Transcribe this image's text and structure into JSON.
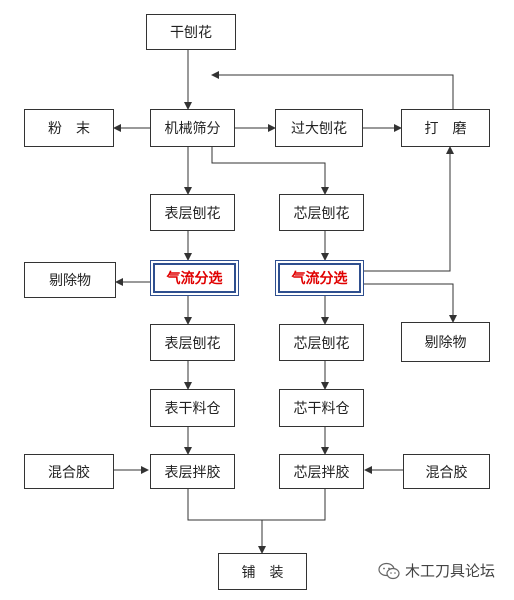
{
  "nodes": {
    "dry_shavings": "干刨花",
    "screening": "机械筛分",
    "powder": "粉　末",
    "oversize": "过大刨花",
    "grinding": "打　磨",
    "surface_shavings_1": "表层刨花",
    "core_shavings_1": "芯层刨花",
    "reject_left": "剔除物",
    "air_sep_left": "气流分选",
    "air_sep_right": "气流分选",
    "surface_shavings_2": "表层刨花",
    "core_shavings_2": "芯层刨花",
    "reject_right": "剔除物",
    "surface_silo": "表干料仓",
    "core_silo": "芯干料仓",
    "glue_left": "混合胶",
    "surface_blend": "表层拌胶",
    "core_blend": "芯层拌胶",
    "glue_right": "混合胶",
    "forming": "铺　装"
  },
  "watermark": "木工刀具论坛",
  "colors": {
    "line": "#333333",
    "highlight_border": "#2f4f8f",
    "highlight_text": "#e00000"
  }
}
